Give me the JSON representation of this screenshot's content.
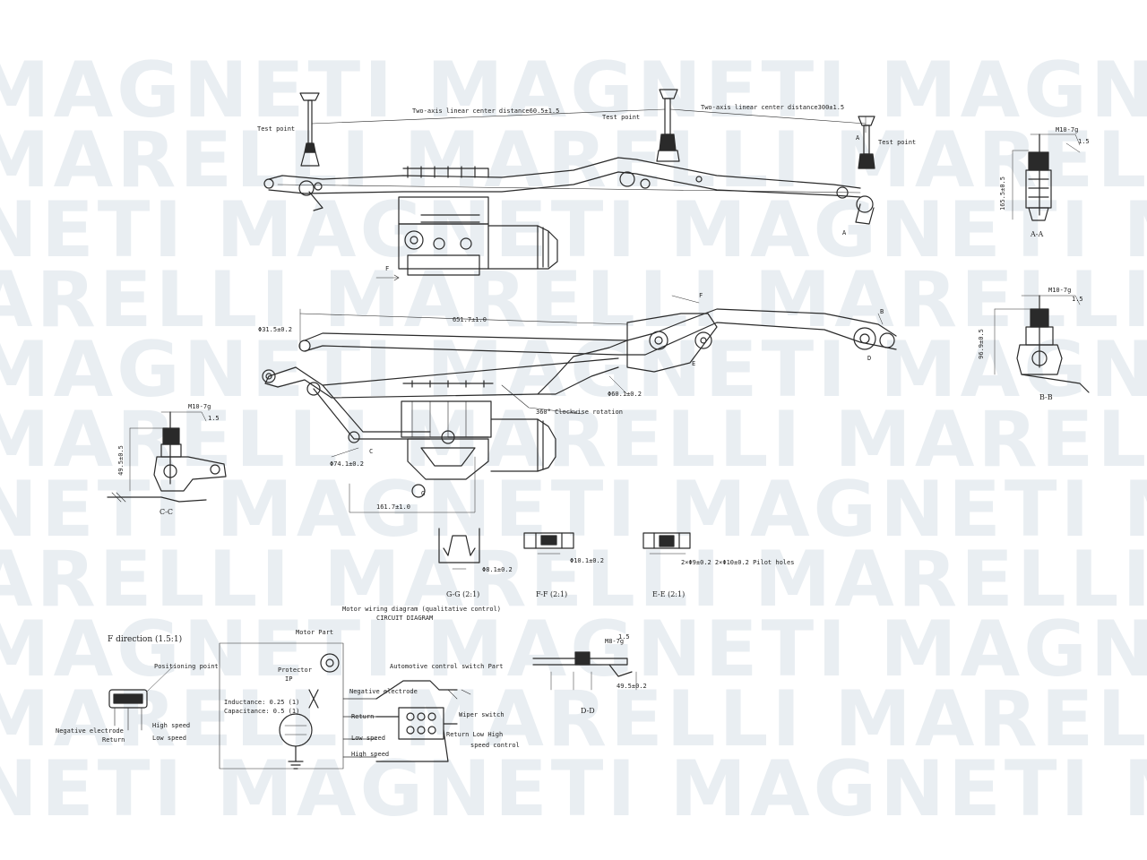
{
  "watermark": {
    "rows": [
      "MAGNETI MAGNETI MAGNETI MAG",
      "MARELLI MARELLI MARELLI MAR",
      "NETI MAGNETI MAGNETI MAGNETI",
      "ARELLI MARELLI MARELLI MARELLI",
      "MAGNETI MAGNETI MAGNETI MAG",
      "MARELLI MARELLI MARELLI MAR",
      "NETI MAGNETI MAGNETI MAGNETI",
      "ARELLI MARELLI MARELLI MARELLI",
      "MAGNETI MAGNETI MAGNETI MAG",
      "MARELLI MARELLI MARELLI MAR",
      "NETI MAGNETI MAGNETI MAGNETI"
    ]
  },
  "top_view": {
    "test_point_left": "Test point",
    "test_point_mid": "Test point",
    "test_point_right": "Test point",
    "dim_left": "Two-axis linear center distance60.5±1.5",
    "dim_right": "Two-axis linear center distance300±1.5",
    "marker_a": "A",
    "marker_aa": "A",
    "marker_f": "F"
  },
  "front_view": {
    "dim_total": "651.7±1.0",
    "dim_left_pivot": "Φ31.5±0.2",
    "dim_crank_right": "Φ60.1±0.2",
    "rotation_note": "360° Clockwise rotation",
    "dim_crank_left": "Φ74.1±0.2",
    "dim_bottom": "161.7±1.0",
    "marker_c": "C",
    "marker_d": "D",
    "marker_e": "E",
    "marker_f": "F",
    "marker_g": "G",
    "marker_b": "B"
  },
  "section_aa": {
    "thread": "M10-7g",
    "tol": "1.5",
    "height": "165.5±0.5",
    "label": "A-A"
  },
  "section_bb": {
    "thread": "M10-7g",
    "tol": "1.5",
    "height": "96.9±0.5",
    "label": "B-B"
  },
  "section_cc": {
    "thread": "M10-7g",
    "tol": "1.5",
    "height": "49.5±0.5",
    "label": "C-C"
  },
  "section_gg": {
    "dim": "Φ8.1±0.2",
    "label": "G-G (2:1)"
  },
  "section_ff": {
    "dim": "Φ10.1±0.2",
    "label": "F-F (2:1)"
  },
  "section_ee": {
    "dim": "2×Φ9±0.2 2×Φ10±0.2 Pilot holes",
    "label": "E-E (2:1)"
  },
  "section_dd": {
    "thread": "M8-7g",
    "tol": "1.5",
    "dim": "49.5±0.2",
    "label": "D-D"
  },
  "f_direction": {
    "title": "F direction (1.5:1)",
    "positioning_point": "Positioning point",
    "negative_electrode": "Negative electrode",
    "return": "Return",
    "high_speed": "High speed",
    "low_speed": "Low speed"
  },
  "wiring": {
    "title": "Motor wiring diagram (qualitative control)",
    "subtitle": "CIRCUIT DIAGRAM",
    "motor_part": "Motor Part",
    "protector": "Protector",
    "protector_value": "IP",
    "inductance": "Inductance: 0.25 (1)",
    "capacitance": "Capacitance: 0.5 (1)",
    "negative_electrode": "Negative electrode",
    "return": "Return",
    "low_speed": "Low speed",
    "high_speed": "High speed",
    "switch_part": "Automotive control switch Part",
    "wiper_switch": "Wiper switch",
    "switch_positions": "Return Low  High",
    "speed_control": "speed control"
  }
}
